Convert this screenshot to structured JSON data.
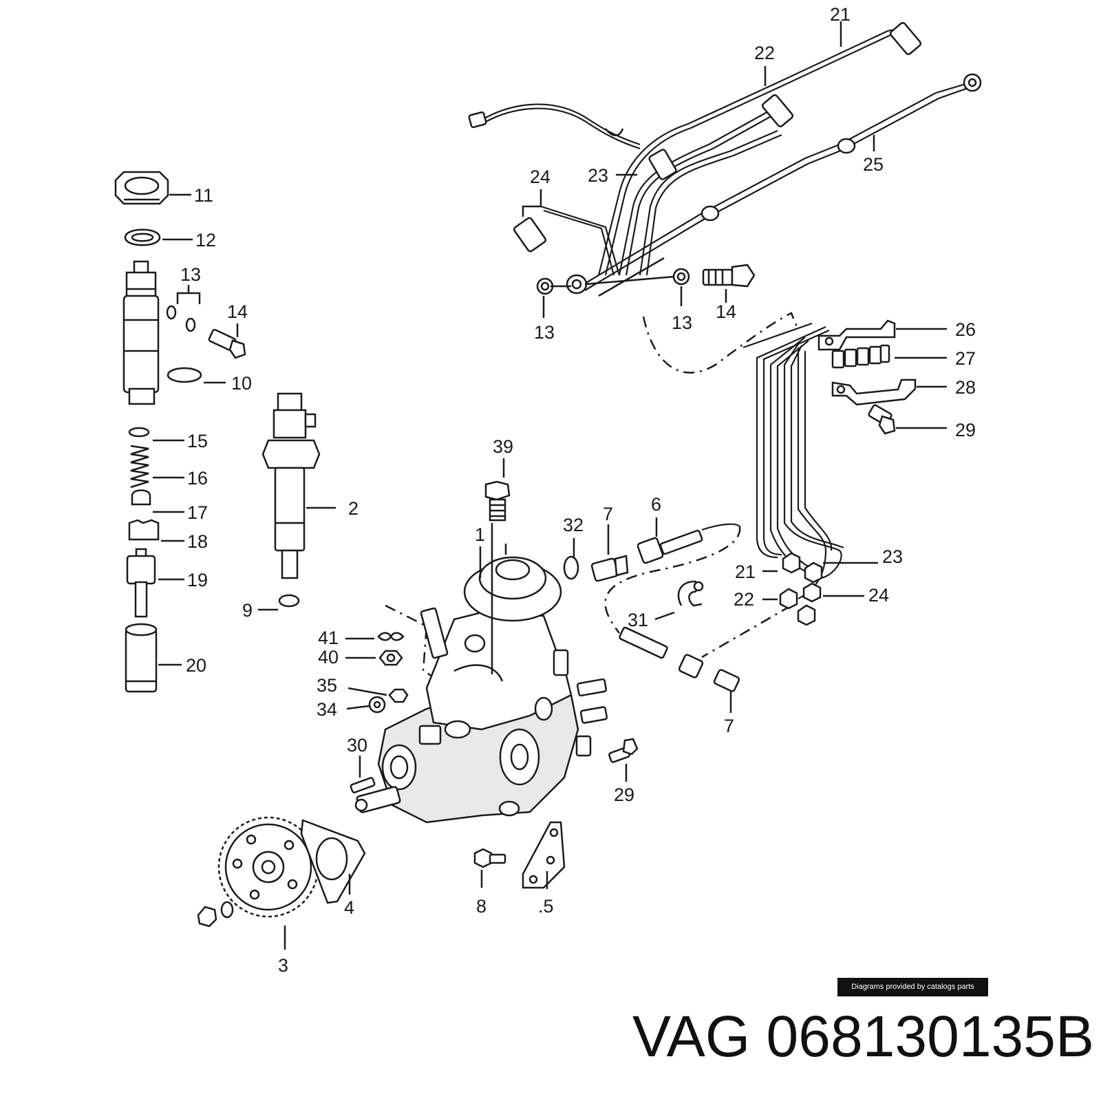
{
  "diagram": {
    "callouts": [
      "11",
      "12",
      "13",
      "14",
      "10",
      "15",
      "16",
      "17",
      "18",
      "19",
      "20",
      "2",
      "9",
      "13",
      "14",
      "13",
      "14",
      "21",
      "22",
      "23",
      "24",
      "25",
      "26",
      "27",
      "28",
      "29",
      "39",
      "32",
      "7",
      "6",
      "1",
      "23",
      "21",
      "22",
      "24",
      "31",
      "41",
      "40",
      "35",
      "34",
      "30",
      "29",
      "7",
      "3",
      "4",
      "8",
      ".5"
    ]
  },
  "credit": "Diagrams provided by catalogs parts",
  "part_number": "VAG 068130135B"
}
